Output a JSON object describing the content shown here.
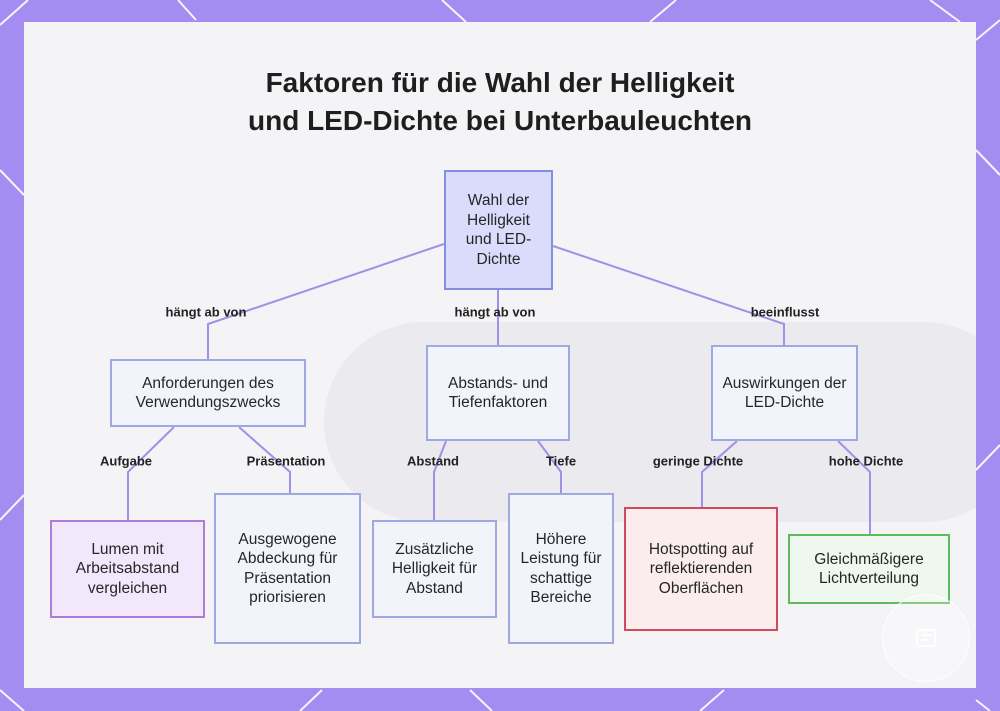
{
  "title": {
    "line1": "Faktoren für die Wahl der Helligkeit",
    "line2": "und LED-Dichte bei Unterbauleuchten"
  },
  "colors": {
    "frame": "#a48cf0",
    "edge": "#a48ee8",
    "root_fill": "#d9dcfb",
    "node_border": "#9fa8df",
    "purple_border": "#b07ad8",
    "red_border": "#d24a5a",
    "green_border": "#5ebb5e"
  },
  "nodes": {
    "root": "Wahl der Helligkeit und LED-Dichte",
    "purpose": "Anforderungen des Verwendungszwecks",
    "spacing": "Abstands- und Tiefenfaktoren",
    "impact": "Auswirkungen der LED-Dichte",
    "lumen": "Lumen mit Arbeitsabstand vergleichen",
    "presentation": "Ausgewogene Abdeckung für Präsentation priorisieren",
    "extra_brightness": "Zusätzliche Helligkeit für Abstand",
    "higher_power": "Höhere Leistung für schattige Bereiche",
    "hotspotting": "Hotspotting auf reflektierenden Oberflächen",
    "even_light": "Gleichmäßigere Lichtverteilung"
  },
  "edge_labels": {
    "depends_on_1": "hängt ab von",
    "depends_on_2": "hängt ab von",
    "influences": "beeinflusst",
    "task": "Aufgabe",
    "presentation": "Präsentation",
    "distance": "Abstand",
    "depth": "Tiefe",
    "low_density": "geringe Dichte",
    "high_density": "hohe Dichte"
  },
  "icons": {
    "corner": "document-icon"
  }
}
